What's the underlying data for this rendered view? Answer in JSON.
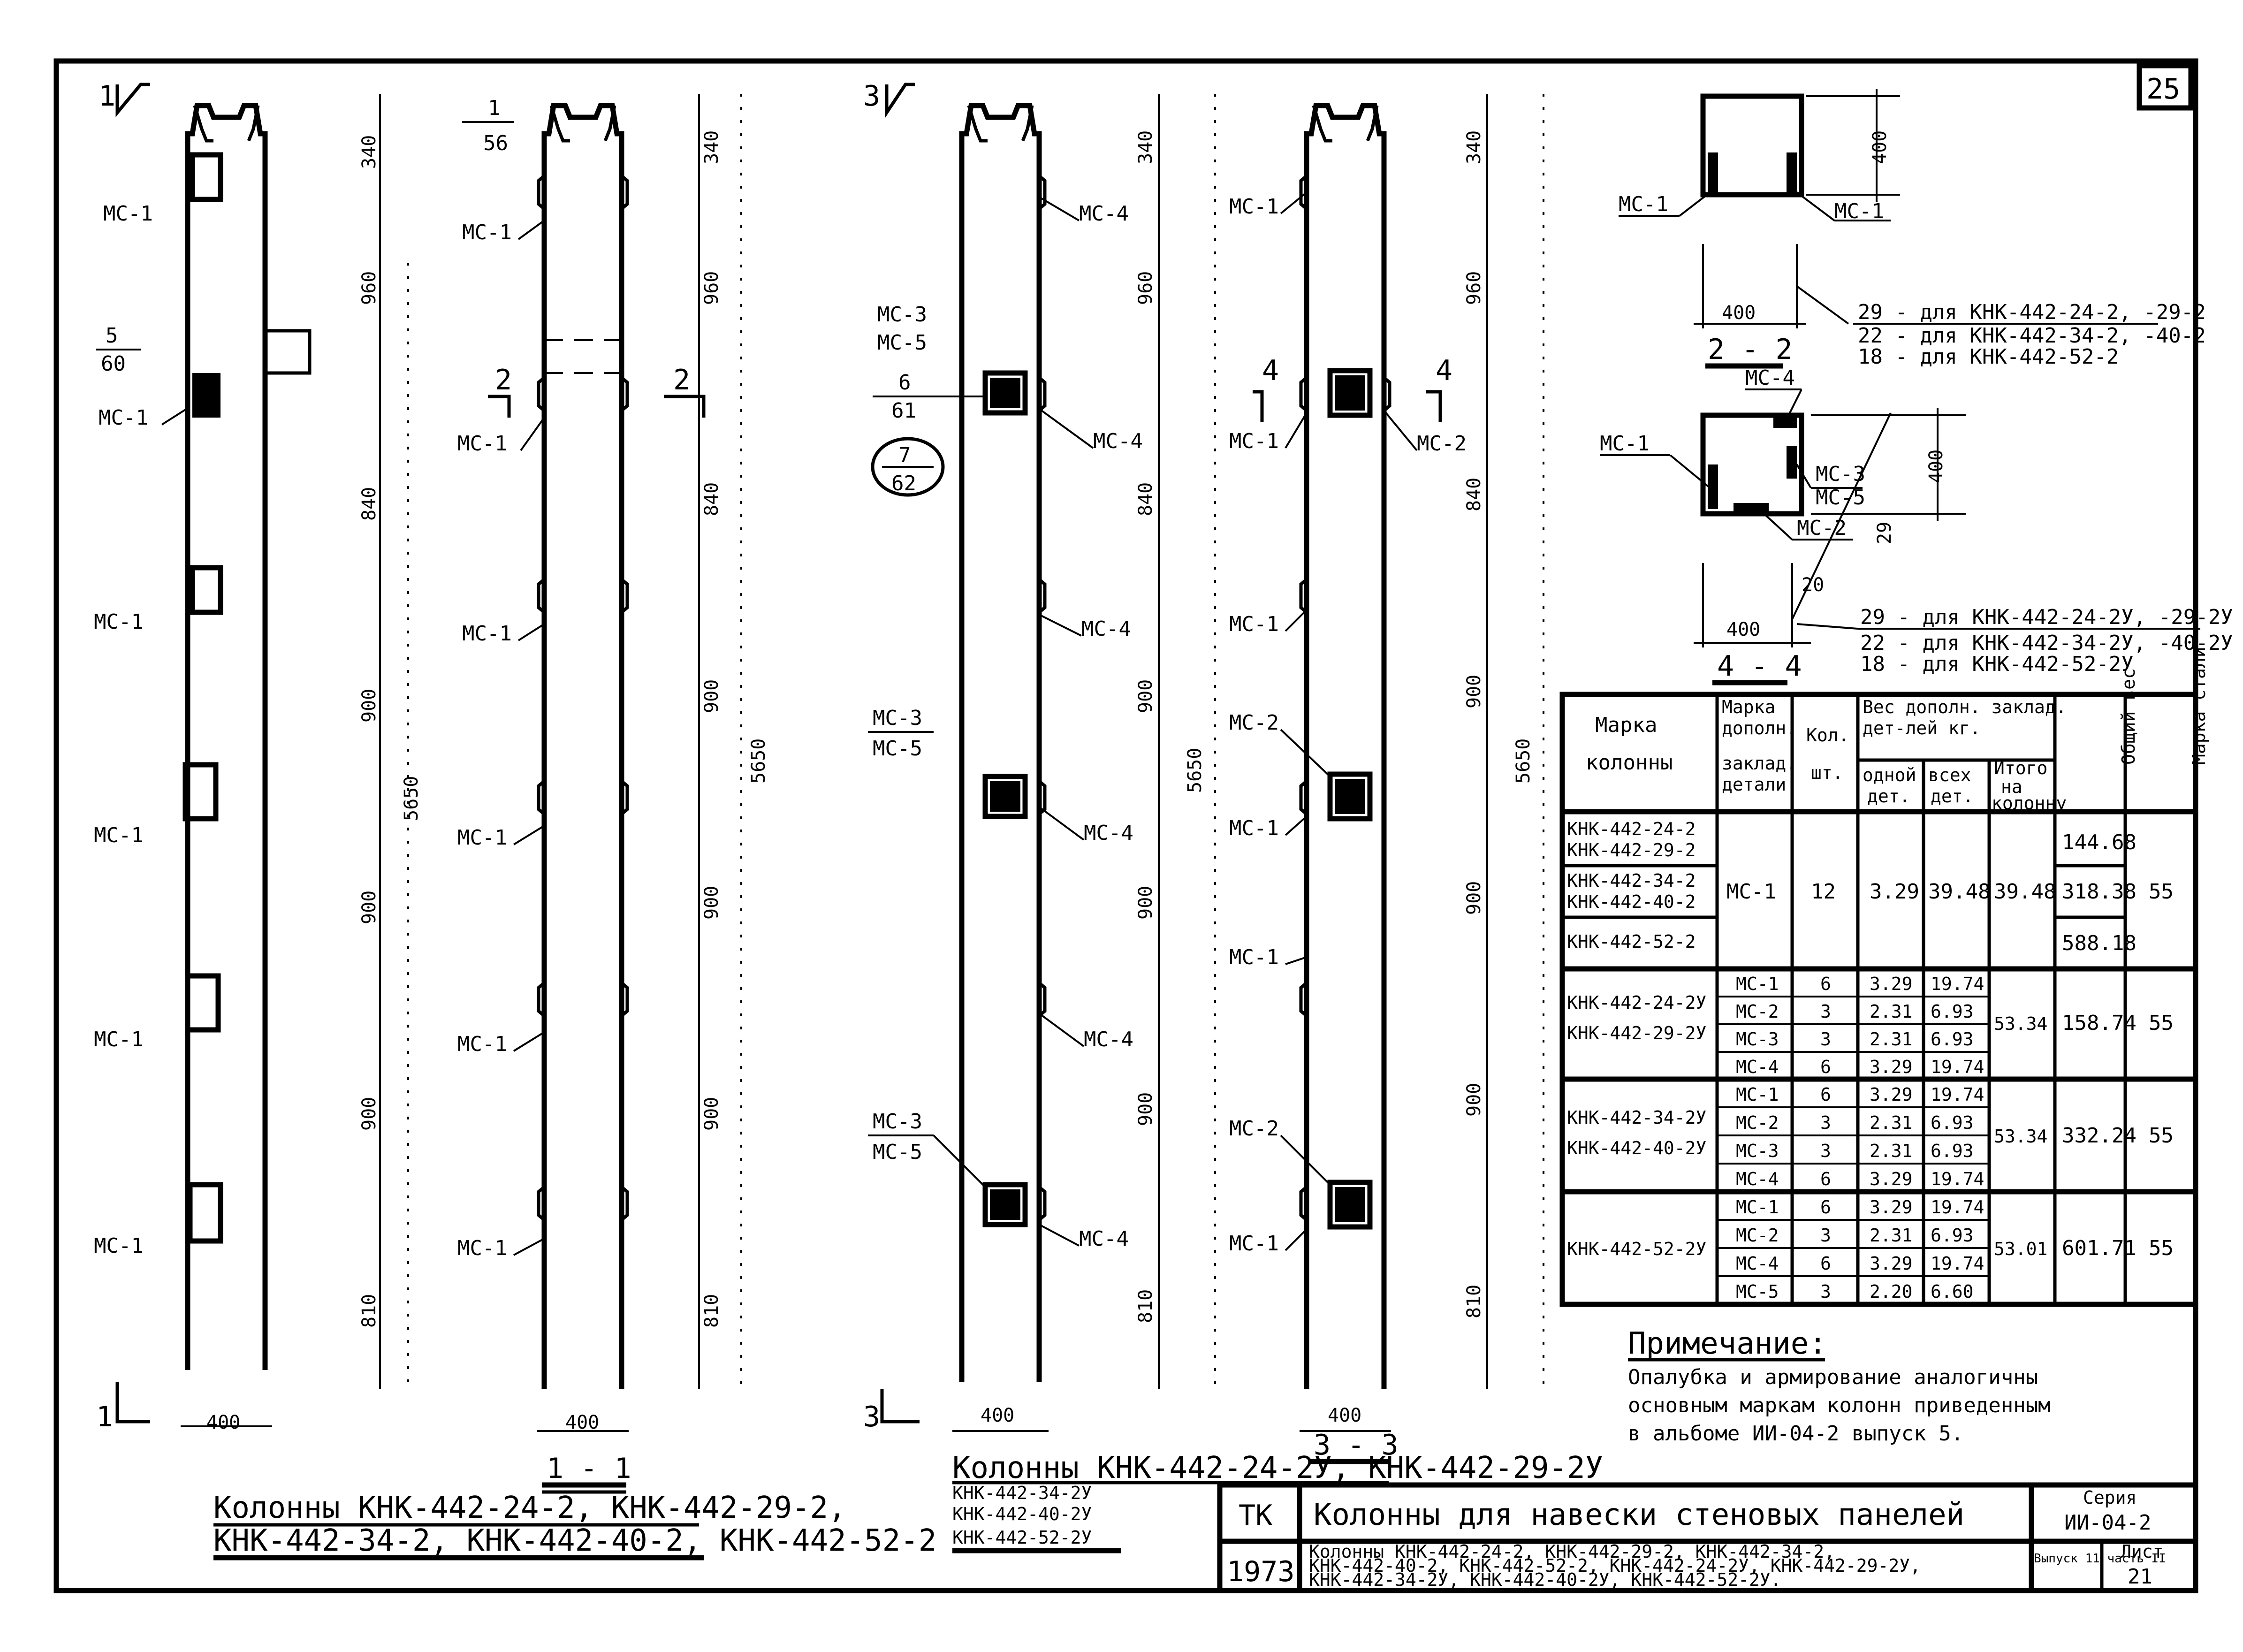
{
  "sheet_number": "25",
  "labels": {
    "mc1": "МС-1",
    "mc2": "МС-2",
    "mc3": "МС-3",
    "mc4": "МС-4",
    "mc5": "МС-5",
    "mc3_5": "МС-3\nМС-5",
    "section_1": "1",
    "section_2": "2",
    "section_3": "3",
    "section_4": "4",
    "ref_5_60": "5\n60",
    "ref_1_56": "1\n56",
    "ref_6_61": "6\n61",
    "ref_7_62": "7\n62"
  },
  "dims": {
    "d340": "340",
    "d960": "960",
    "d840": "840",
    "d900": "900",
    "d810": "810",
    "d5650": "5650",
    "d400": "400",
    "d20": "20",
    "d29": "29"
  },
  "captions": {
    "section_1_1": "1 - 1",
    "section_2_2": "2 - 2",
    "section_3_3": "3 - 3",
    "section_4_4": "4 - 4",
    "group1_line1": "Колонны КНК-442-24-2, КНК-442-29-2,",
    "group1_line2": "КНК-442-34-2, КНК-442-40-2, КНК-442-52-2",
    "group2_line1": "Колонны КНК-442-24-2У, КНК-442-29-2У",
    "group2_line2": "КНК-442-34-2У",
    "group2_line3": "КНК-442-40-2У",
    "group2_line4": "КНК-442-52-2У"
  },
  "notes_2_2": [
    "29 - для КНК-442-24-2, -29-2",
    "22 - для КНК-442-34-2, -40-2",
    "18 - для КНК-442-52-2"
  ],
  "notes_4_4": [
    "29 - для КНК-442-24-2У, -29-2У",
    "22 - для КНК-442-34-2У, -40-2У",
    "18 - для КНК-442-52-2У"
  ],
  "table": {
    "headers": {
      "mark": "Марка колонны",
      "detail": "Марка дополн. заклад. детали",
      "qty": "Кол. шт.",
      "weight_group": "Вес дополн. заклад. дет-лей кг.",
      "one": "одной дет.",
      "all": "всех дет.",
      "total": "Итого на колонну",
      "col_weight": "Общий вес закл. дет. на колонну",
      "steel": "Марка стали закл. дет."
    },
    "group1": {
      "marks": [
        "КНК-442-24-2",
        "КНК-442-29-2",
        "КНК-442-34-2",
        "КНК-442-40-2",
        "КНК-442-52-2"
      ],
      "detail": "МС-1",
      "qty": "12",
      "one": "3.29",
      "all": "39.48",
      "total": "39.48",
      "col_weights": [
        "144.68",
        "318.38",
        "588.18"
      ],
      "steel": "55"
    },
    "groups": [
      {
        "marks": [
          "КНК-442-24-2У",
          "КНК-442-29-2У"
        ],
        "rows": [
          {
            "detail": "МС-1",
            "qty": "6",
            "one": "3.29",
            "all": "19.74"
          },
          {
            "detail": "МС-2",
            "qty": "3",
            "one": "2.31",
            "all": "6.93"
          },
          {
            "detail": "МС-3",
            "qty": "3",
            "one": "2.31",
            "all": "6.93"
          },
          {
            "detail": "МС-4",
            "qty": "6",
            "one": "3.29",
            "all": "19.74"
          }
        ],
        "total": "53.34",
        "col_weight": "158.74",
        "steel": "55"
      },
      {
        "marks": [
          "КНК-442-34-2У",
          "КНК-442-40-2У"
        ],
        "rows": [
          {
            "detail": "МС-1",
            "qty": "6",
            "one": "3.29",
            "all": "19.74"
          },
          {
            "detail": "МС-2",
            "qty": "3",
            "one": "2.31",
            "all": "6.93"
          },
          {
            "detail": "МС-3",
            "qty": "3",
            "one": "2.31",
            "all": "6.93"
          },
          {
            "detail": "МС-4",
            "qty": "6",
            "one": "3.29",
            "all": "19.74"
          }
        ],
        "total": "53.34",
        "col_weight": "332.24",
        "steel": "55"
      },
      {
        "marks": [
          "КНК-442-52-2У"
        ],
        "rows": [
          {
            "detail": "МС-1",
            "qty": "6",
            "one": "3.29",
            "all": "19.74"
          },
          {
            "detail": "МС-2",
            "qty": "3",
            "one": "2.31",
            "all": "6.93"
          },
          {
            "detail": "МС-4",
            "qty": "6",
            "one": "3.29",
            "all": "19.74"
          },
          {
            "detail": "МС-5",
            "qty": "3",
            "one": "2.20",
            "all": "6.60"
          }
        ],
        "total": "53.01",
        "col_weight": "601.71",
        "steel": "55"
      }
    ]
  },
  "note": {
    "heading": "Примечание:",
    "lines": [
      "Опалубка и армирование аналогичны",
      "основным маркам колонн приведенным",
      "в альбоме ИИ-04-2 выпуск 5."
    ]
  },
  "title_block": {
    "tk": "ТК",
    "year": "1973",
    "title": "Колонны для навески стеновых панелей",
    "series_label": "Серия",
    "series": "ИИ-04-2",
    "subtitle_lines": [
      "Колонны КНК-442-24-2, КНК-442-29-2, КНК-442-34-2,",
      "КНК-442-40-2, КНК-442-52-2, КНК-442-24-2У, КНК-442-29-2У,",
      "КНК-442-34-2У, КНК-442-40-2У, КНК-442-52-2У."
    ],
    "issue_label": "Выпуск 11 часть II",
    "sheet_label": "Лист",
    "sheet": "21"
  }
}
